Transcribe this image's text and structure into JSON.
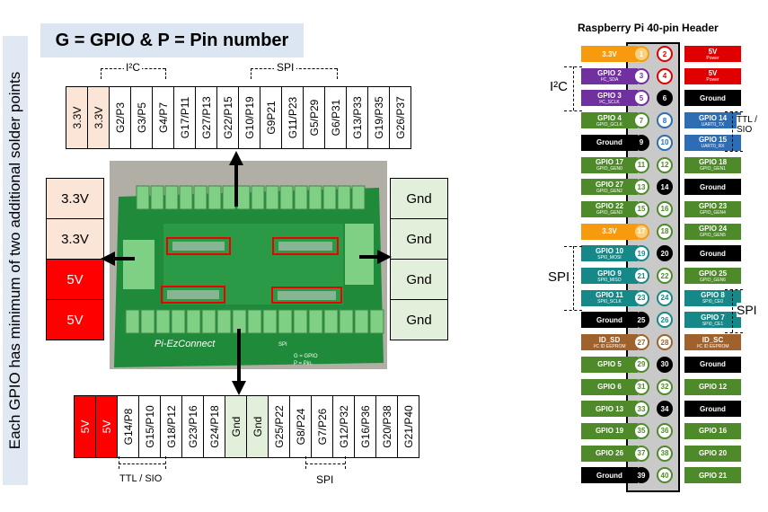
{
  "caption": "Each GPIO has minimum of two additional solder points",
  "title": "G = GPIO & P = Pin number",
  "top_strip": [
    "3.3V",
    "3.3V",
    "G2/P3",
    "G3/P5",
    "G4/P7",
    "G17/P11",
    "G27/P13",
    "G22/P15",
    "G10/P19",
    "G9P21",
    "G11/P23",
    "G5/P29",
    "G6/P31",
    "G13/P33",
    "G19/P35",
    "G26/P37"
  ],
  "bottom_strip": [
    "5V",
    "5V",
    "G14/P8",
    "G15/P10",
    "G18/P12",
    "G23/P16",
    "G24/P18",
    "Gnd",
    "Gnd",
    "G25/P22",
    "G8/P24",
    "G7/P26",
    "G12/P32",
    "G16/P36",
    "G20/P38",
    "G21/P40"
  ],
  "left_boxes": [
    "3.3V",
    "3.3V",
    "5V",
    "5V"
  ],
  "right_boxes": [
    "Gnd",
    "Gnd",
    "Gnd",
    "Gnd"
  ],
  "top_brackets": {
    "i2c": "I²C",
    "spi": "SPI"
  },
  "bottom_brackets": {
    "ttl": "TTL / SIO",
    "spi": "SPI"
  },
  "board": {
    "name": "Pi-EzConnect",
    "legend_g": "G = GPIO",
    "legend_p": "P = Pin.",
    "spi": "SPI"
  },
  "header": {
    "title": "Raspberry Pi 40-pin Header",
    "left_i2c": "I²C",
    "left_spi": "SPI",
    "right_ttl": "TTL / SIO",
    "right_spi": "SPI",
    "left_pins": [
      {
        "n": "1",
        "main": "3.3V",
        "sub": "",
        "color": "#f79a0e"
      },
      {
        "n": "3",
        "main": "GPIO 2",
        "sub": "I²C_SDA",
        "color": "#7030a0"
      },
      {
        "n": "5",
        "main": "GPIO 3",
        "sub": "I²C_SCLK",
        "color": "#7030a0"
      },
      {
        "n": "7",
        "main": "GPIO 4",
        "sub": "GPIO_GCLK",
        "color": "#4e8a2a"
      },
      {
        "n": "9",
        "main": "Ground",
        "sub": "",
        "color": "#000000"
      },
      {
        "n": "11",
        "main": "GPIO 17",
        "sub": "GPIO_GEN0",
        "color": "#4e8a2a"
      },
      {
        "n": "13",
        "main": "GPIO 27",
        "sub": "GPIO_GEN2",
        "color": "#4e8a2a"
      },
      {
        "n": "15",
        "main": "GPIO 22",
        "sub": "GPIO_GEN3",
        "color": "#4e8a2a"
      },
      {
        "n": "17",
        "main": "3.3V",
        "sub": "",
        "color": "#f79a0e"
      },
      {
        "n": "19",
        "main": "GPIO 10",
        "sub": "SPI0_MOSI",
        "color": "#178888"
      },
      {
        "n": "21",
        "main": "GPIO 9",
        "sub": "SPI0_MISO",
        "color": "#178888"
      },
      {
        "n": "23",
        "main": "GPIO 11",
        "sub": "SPI0_SCLK",
        "color": "#178888"
      },
      {
        "n": "25",
        "main": "Ground",
        "sub": "",
        "color": "#000000"
      },
      {
        "n": "27",
        "main": "ID_SD",
        "sub": "I²C ID EEPROM",
        "color": "#a0622d"
      },
      {
        "n": "29",
        "main": "GPIO 5",
        "sub": "",
        "color": "#4e8a2a"
      },
      {
        "n": "31",
        "main": "GPIO 6",
        "sub": "",
        "color": "#4e8a2a"
      },
      {
        "n": "33",
        "main": "GPIO 13",
        "sub": "",
        "color": "#4e8a2a"
      },
      {
        "n": "35",
        "main": "GPIO 19",
        "sub": "",
        "color": "#4e8a2a"
      },
      {
        "n": "37",
        "main": "GPIO 26",
        "sub": "",
        "color": "#4e8a2a"
      },
      {
        "n": "39",
        "main": "Ground",
        "sub": "",
        "color": "#000000"
      }
    ],
    "right_pins": [
      {
        "n": "2",
        "main": "5V",
        "sub": "Power",
        "color": "#e00000"
      },
      {
        "n": "4",
        "main": "5V",
        "sub": "Power",
        "color": "#e00000"
      },
      {
        "n": "6",
        "main": "Ground",
        "sub": "",
        "color": "#000000"
      },
      {
        "n": "8",
        "main": "GPIO 14",
        "sub": "UART0_TX",
        "color": "#2e6db4"
      },
      {
        "n": "10",
        "main": "GPIO 15",
        "sub": "UART0_RX",
        "color": "#2e6db4"
      },
      {
        "n": "12",
        "main": "GPIO 18",
        "sub": "GPIO_GEN1",
        "color": "#4e8a2a"
      },
      {
        "n": "14",
        "main": "Ground",
        "sub": "",
        "color": "#000000"
      },
      {
        "n": "16",
        "main": "GPIO 23",
        "sub": "GPIO_GEN4",
        "color": "#4e8a2a"
      },
      {
        "n": "18",
        "main": "GPIO 24",
        "sub": "GPIO_GEN5",
        "color": "#4e8a2a"
      },
      {
        "n": "20",
        "main": "Ground",
        "sub": "",
        "color": "#000000"
      },
      {
        "n": "22",
        "main": "GPIO 25",
        "sub": "GPIO_GEN6",
        "color": "#4e8a2a"
      },
      {
        "n": "24",
        "main": "GPIO 8",
        "sub": "SPI0_CE0",
        "color": "#178888"
      },
      {
        "n": "26",
        "main": "GPIO 7",
        "sub": "SPI0_CE1",
        "color": "#178888"
      },
      {
        "n": "28",
        "main": "ID_SC",
        "sub": "I²C ID EEPROM",
        "color": "#a0622d"
      },
      {
        "n": "30",
        "main": "Ground",
        "sub": "",
        "color": "#000000"
      },
      {
        "n": "32",
        "main": "GPIO 12",
        "sub": "",
        "color": "#4e8a2a"
      },
      {
        "n": "34",
        "main": "Ground",
        "sub": "",
        "color": "#000000"
      },
      {
        "n": "36",
        "main": "GPIO 16",
        "sub": "",
        "color": "#4e8a2a"
      },
      {
        "n": "38",
        "main": "GPIO 20",
        "sub": "",
        "color": "#4e8a2a"
      },
      {
        "n": "40",
        "main": "GPIO 21",
        "sub": "",
        "color": "#4e8a2a"
      }
    ]
  }
}
